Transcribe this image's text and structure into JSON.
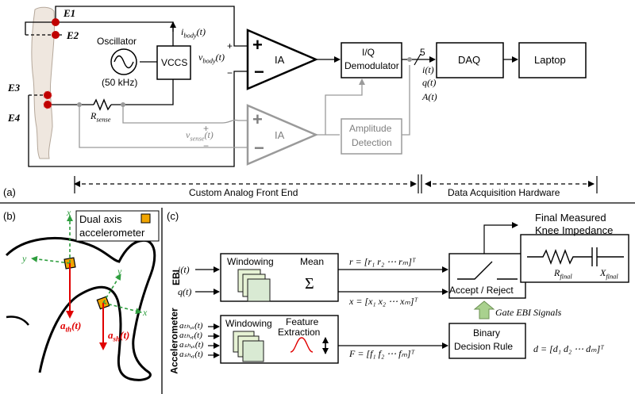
{
  "panel_a": {
    "label": "(a)",
    "electrodes": [
      "E1",
      "E2",
      "E3",
      "E4"
    ],
    "i_body": "i body(t)",
    "i_body_main": "i",
    "i_body_sub": "body",
    "i_body_t": "(t)",
    "oscillator": "Oscillator",
    "oscillator_freq": "(50 kHz)",
    "vccs": "VCCS",
    "v_body_main": "v",
    "v_body_sub": "body",
    "v_body_t": "(t)",
    "ia_top": "IA",
    "ia_bottom": "IA",
    "iq_line1": "I/Q",
    "iq_line2": "Demodulator",
    "amp_line1": "Amplitude",
    "amp_line2": "Detection",
    "daq": "DAQ",
    "laptop": "Laptop",
    "bus_width": "5",
    "outputs": [
      "i(t)",
      "q(t)",
      "A(t)"
    ],
    "r_sense_main": "R",
    "r_sense_sub": "sense",
    "v_sense_main": "v",
    "v_sense_sub": "sense",
    "v_sense_t": "(t)",
    "plus": "+",
    "minus": "−",
    "custom_afe": "Custom Analog Front End",
    "daq_hw": "Data Acquisition Hardware"
  },
  "panel_b": {
    "label": "(b)",
    "legend_line1": "Dual axis",
    "legend_line2": "accelerometer",
    "axis_x": "x",
    "axis_y": "y",
    "a_th_main": "a",
    "a_th_sub": "th",
    "a_th_t": "(t)",
    "a_sh_main": "a",
    "a_sh_sub": "sh",
    "a_sh_t": "(t)"
  },
  "panel_c": {
    "label": "(c)",
    "final_line1": "Final Measured",
    "final_line2": "Knee Impedance",
    "r_final_main": "R",
    "r_final_sub": "final",
    "x_final_main": "X",
    "x_final_sub": "final",
    "ebi_label": "EBI",
    "accel_label": "Accelerometer",
    "ebi_inputs": [
      "i(t)",
      "q(t)"
    ],
    "acc_inputs": [
      "aₜₕ,ₓ(t)",
      "aₜₕ,ᵧ(t)",
      "aₛₕ,ₓ(t)",
      "aₛₕ,ᵧ(t)"
    ],
    "windowing": "Windowing",
    "mean": "Mean",
    "sigma": "Σ",
    "feature_line1": "Feature",
    "feature_line2": "Extraction",
    "r_vec": "r = [r₁ r₂ ⋯ rₘ]ᵀ",
    "x_vec": "x = [x₁ x₂ ⋯ xₘ]ᵀ",
    "f_vec": "F = [f₁ f₂ ⋯ fₘ]ᵀ",
    "d_vec": "d = [d₁ d₂ ⋯ dₘ]ᵀ",
    "accept_reject": "Accept / Reject",
    "gate": "Gate EBI Signals",
    "bdr_line1": "Binary",
    "bdr_line2": "Decision Rule"
  },
  "colors": {
    "electrode": "#c00000",
    "accent_orange": "#f0a500",
    "axis_green": "#2e9e3e",
    "accel_red": "#e00000",
    "gray": "#9a9a9a",
    "gate_arrow": "#a9d18e"
  }
}
